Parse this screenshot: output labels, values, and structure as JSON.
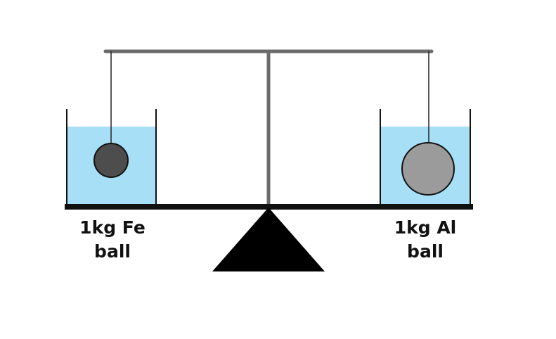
{
  "labels": {
    "left_line1": "1kg Fe",
    "left_line2": "ball",
    "right_line1": "1kg Al",
    "right_line2": "ball"
  },
  "colors": {
    "water": "#a7dff6",
    "iron_ball": "#4d4d4d",
    "aluminium_ball": "#9b9b9b",
    "hanger": "#6b6b6b",
    "beam": "#111111",
    "fulcrum": "#000000"
  }
}
